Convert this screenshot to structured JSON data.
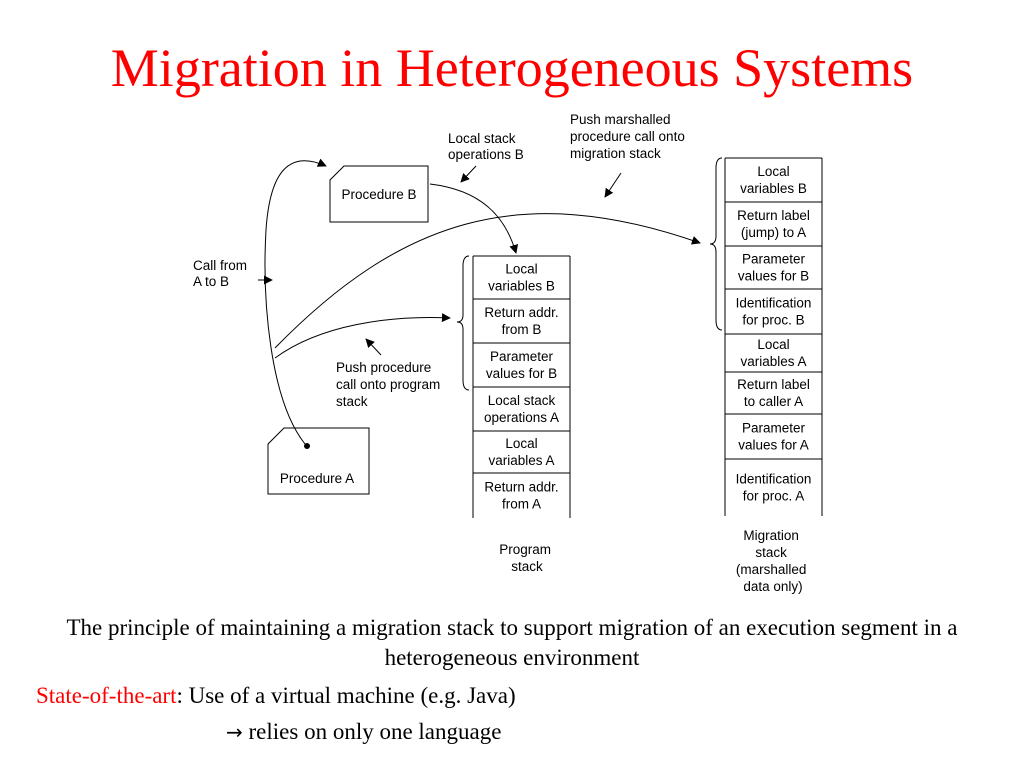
{
  "colors": {
    "title": "#ff0000",
    "highlight": "#ff0000",
    "text": "#000000",
    "line": "#000000"
  },
  "title": "Migration in Heterogeneous Systems",
  "diagram": {
    "procedure_b": "Procedure B",
    "procedure_a": "Procedure A",
    "call_label": [
      "Call from",
      "A to B"
    ],
    "local_stack_label": [
      "Local stack",
      "operations B"
    ],
    "push_marshalled_label": [
      "Push marshalled",
      "procedure call onto",
      "migration stack"
    ],
    "push_procedure_label": [
      "Push procedure",
      "call onto program",
      "stack"
    ],
    "program_stack": {
      "cells": [
        [
          "Local",
          "variables B"
        ],
        [
          "Return addr.",
          "from B"
        ],
        [
          "Parameter",
          "values for B"
        ],
        [
          "Local stack",
          "operations A"
        ],
        [
          "Local",
          "variables A"
        ],
        [
          "Return addr.",
          "from A"
        ]
      ],
      "caption": [
        "Program",
        "stack"
      ]
    },
    "migration_stack": {
      "cells": [
        [
          "Local",
          "variables B"
        ],
        [
          "Return label",
          "(jump) to A"
        ],
        [
          "Parameter",
          "values for B"
        ],
        [
          "Identification",
          "for proc. B"
        ],
        [
          "Local",
          "variables A"
        ],
        [
          "Return label",
          "to caller A"
        ],
        [
          "Parameter",
          "values for A"
        ],
        [
          "Identification",
          "for proc. A"
        ]
      ],
      "caption": [
        "Migration",
        "stack",
        "(marshalled",
        "data only)"
      ]
    }
  },
  "caption": "The principle of maintaining a migration stack to support migration of an execution segment in a heterogeneous environment",
  "state_label": "State-of-the-art",
  "state_text": ": Use of a virtual machine (e.g. Java)",
  "arrow_icon": "right-arrow-icon",
  "arrow_glyph": "→",
  "relies_text": " relies on only one language"
}
